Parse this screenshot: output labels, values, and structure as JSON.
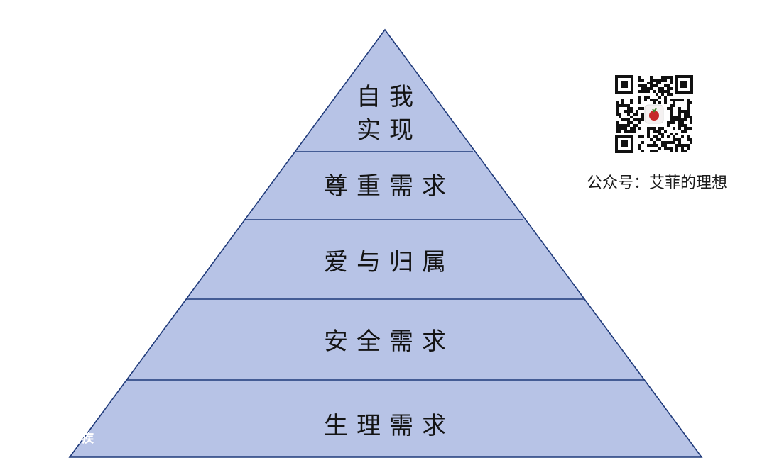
{
  "pyramid": {
    "fill_color": "#b7c3e6",
    "line_color": "#1f3a7a",
    "levels": [
      {
        "lines": [
          "自我",
          "实现"
        ]
      },
      {
        "lines": [
          "尊重需求"
        ]
      },
      {
        "lines": [
          "爱与归属"
        ]
      },
      {
        "lines": [
          "安全需求"
        ]
      },
      {
        "lines": [
          "生理需求"
        ]
      }
    ]
  },
  "qr_code": {
    "icon": "qr-code-icon",
    "logo_icon": "lychee-logo-icon"
  },
  "account": {
    "label": "公众号：艾菲的理想"
  },
  "watermark": {
    "text": "新疾"
  }
}
